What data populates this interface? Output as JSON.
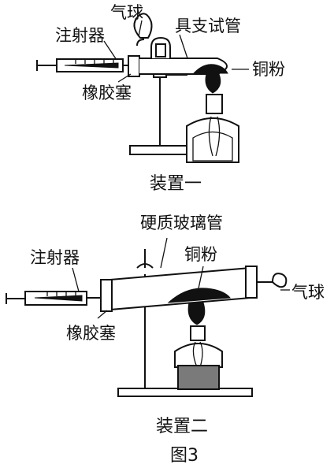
{
  "apparatus_1": {
    "labels": {
      "syringe": "注射器",
      "balloon": "气球",
      "side_arm_tube": "具支试管",
      "copper_powder": "铜粉",
      "rubber_stopper": "橡胶塞"
    },
    "caption": "装置一"
  },
  "apparatus_2": {
    "labels": {
      "hard_glass_tube": "硬质玻璃管",
      "syringe": "注射器",
      "copper_powder": "铜粉",
      "balloon": "气球",
      "rubber_stopper": "橡胶塞"
    },
    "caption": "装置二"
  },
  "figure_caption": "图3"
}
